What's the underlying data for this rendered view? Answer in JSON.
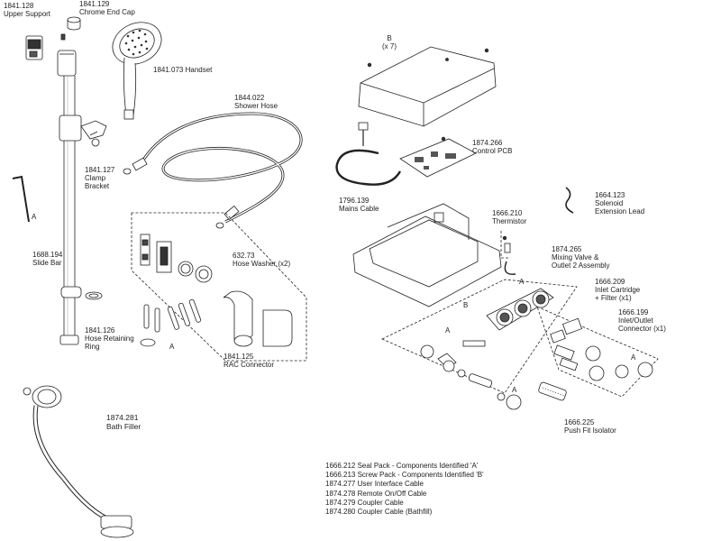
{
  "parts": {
    "upper_support": {
      "code": "1841.128",
      "name": "Upper Support"
    },
    "end_cap": {
      "code": "1841.129",
      "name": "Chrome End Cap"
    },
    "handset": {
      "code": "1841.073",
      "name": "Handset"
    },
    "shower_hose": {
      "code": "1844.022",
      "name": "Shower Hose"
    },
    "clamp_bracket": {
      "code": "1841.127",
      "name1": "Clamp",
      "name2": "Bracket"
    },
    "slide_bar": {
      "code": "1688.194",
      "name": "Slide Bar"
    },
    "hose_washer": {
      "code": "632.73",
      "name": "Hose Washer (x2)"
    },
    "hose_ring": {
      "code": "1841.126",
      "name1": "Hose Retaining",
      "name2": "Ring"
    },
    "rac_connector": {
      "code": "1841.125",
      "name": "RAC Connector"
    },
    "bath_filler": {
      "code": "1874.281",
      "name": "Bath Filler"
    },
    "control_pcb": {
      "code": "1874.266",
      "name": "Control PCB"
    },
    "mains_cable": {
      "code": "1796.139",
      "name": "Mains Cable"
    },
    "thermistor": {
      "code": "1666.210",
      "name": "Thermistor"
    },
    "solenoid_lead": {
      "code": "1664.123",
      "name1": "Solenoid",
      "name2": "Extension Lead"
    },
    "mixing_valve": {
      "code": "1874.265",
      "name1": "Mixing Valve &",
      "name2": "Outlet 2 Assembly"
    },
    "inlet_cartridge": {
      "code": "1666.209",
      "name1": "Inlet Cartridge",
      "name2": "+ Filter (x1)"
    },
    "inlet_outlet": {
      "code": "1666.199",
      "name1": "Inlet/Outlet",
      "name2": "Connector (x1)"
    },
    "push_fit": {
      "code": "1666.225",
      "name": "Push Fit Isolator"
    },
    "screws_b": {
      "letter": "B",
      "qty": "(x 7)"
    }
  },
  "markers": {
    "a": "A",
    "b": "B"
  },
  "legend": [
    "1666.212 Seal Pack - Components Identified 'A'",
    "1666.213 Screw Pack - Components Identified 'B'",
    "1874.277 User Interface Cable",
    "1874.278 Remote On/Off Cable",
    "1874.279 Coupler Cable",
    "1874.280 Coupler Cable (Bathfill)"
  ]
}
